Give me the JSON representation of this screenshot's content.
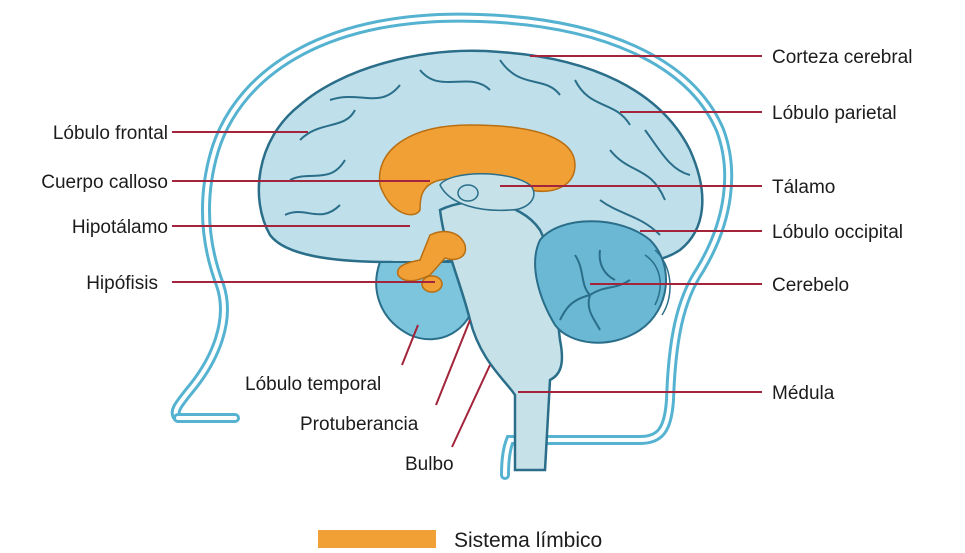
{
  "labels_left": {
    "frontal": "Lóbulo frontal",
    "calloso": "Cuerpo calloso",
    "hipotalamo": "Hipotálamo",
    "hipofisis": "Hipófisis"
  },
  "labels_right": {
    "corteza": "Corteza cerebral",
    "parietal": "Lóbulo parietal",
    "talamo": "Tálamo",
    "occipital": "Lóbulo occipital",
    "cerebelo": "Cerebelo",
    "medula": "Médula"
  },
  "labels_bottom": {
    "temporal": "Lóbulo temporal",
    "protuberancia": "Protuberancia",
    "bulbo": "Bulbo"
  },
  "legend": {
    "label": "Sistema límbico",
    "color": "#f0a035"
  },
  "colors": {
    "head_outline": "#55b3d1",
    "brain_fill": "#bfe0ea",
    "brain_stroke": "#2a6e8a",
    "temporal_fill": "#7cc5dd",
    "cerebellum_fill": "#6ab8d4",
    "leader": "#a3243b"
  }
}
